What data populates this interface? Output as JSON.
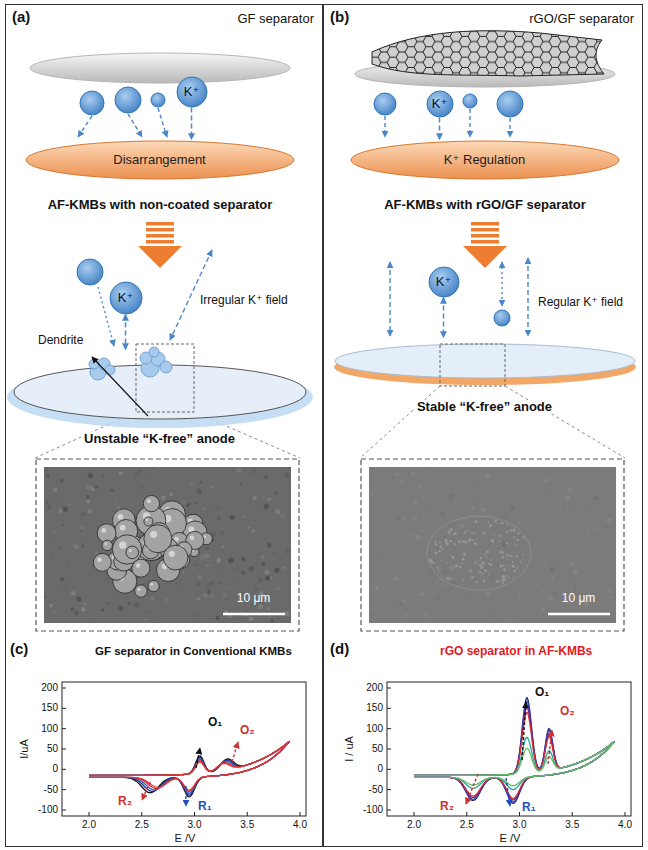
{
  "diagram": {
    "nodes": [
      {
        "text": [
          "(a)",
          "GF separator"
        ]
      },
      {
        "text": [
          "K⁺"
        ],
        "in": 0
      },
      {
        "text": [
          "Disarrangement"
        ],
        "in": 0
      },
      {
        "text": [
          "K⁺"
        ],
        "in": 0
      },
      {
        "text": [
          "Unstable “K-free” anode"
        ],
        "in": 0
      },
      {
        "text": [
          "10 μm"
        ],
        "in": 0
      },
      {
        "text": [
          "(b)",
          "rGO/GF separator"
        ]
      },
      {
        "text": [
          "K⁺"
        ],
        "in": 6
      },
      {
        "text": [
          "K⁺ Regulation"
        ],
        "in": 6
      },
      {
        "text": [
          "K⁺"
        ],
        "in": 6
      },
      {
        "text": [
          "Stable “K-free” anode"
        ],
        "in": 6
      },
      {
        "text": [
          "10 μm"
        ],
        "in": 6
      }
    ],
    "edges": [
      {
        "from": 1,
        "to": 2,
        "arrow": "to"
      },
      {
        "from": 3,
        "to": 4,
        "arrow": "both"
      },
      {
        "from": 7,
        "to": 8,
        "arrow": "to"
      },
      {
        "from": 9,
        "to": 10,
        "arrow": "both"
      }
    ],
    "labels": [
      "AF-KMBs with non-coated separator",
      "Dendrite",
      "Irregular K⁺ field",
      "AF-KMBs with rGO/GF separator",
      "Regular K⁺ field",
      "(c)",
      "GF separator in Conventional KMBs",
      "I/uA",
      "200",
      "150",
      "100",
      "50",
      "0",
      "-50",
      "-100",
      "2.0",
      "2.5",
      "3.0",
      "3.5",
      "4.0",
      "E /V",
      "O₁",
      "O₂",
      "R₂",
      "R₁",
      "(d)",
      "rGO separator in AF-KMBs",
      "I / uA",
      "200",
      "150",
      "100",
      "50",
      "0",
      "-50",
      "-100",
      "2.0",
      "2.5",
      "3.0",
      "3.5",
      "4.0",
      "E /V",
      "O₁",
      "O₂",
      "R₂",
      "R₁"
    ]
  }
}
